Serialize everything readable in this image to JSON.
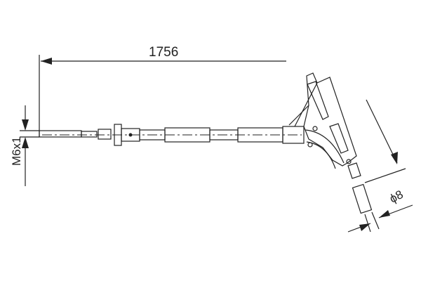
{
  "diagram": {
    "type": "technical-drawing",
    "subject": "handbrake cable",
    "dimensions": {
      "length": "1756",
      "thread": "M6x1",
      "diameter": "ϕ8"
    },
    "colors": {
      "line": "#222222",
      "background": "#ffffff"
    }
  }
}
